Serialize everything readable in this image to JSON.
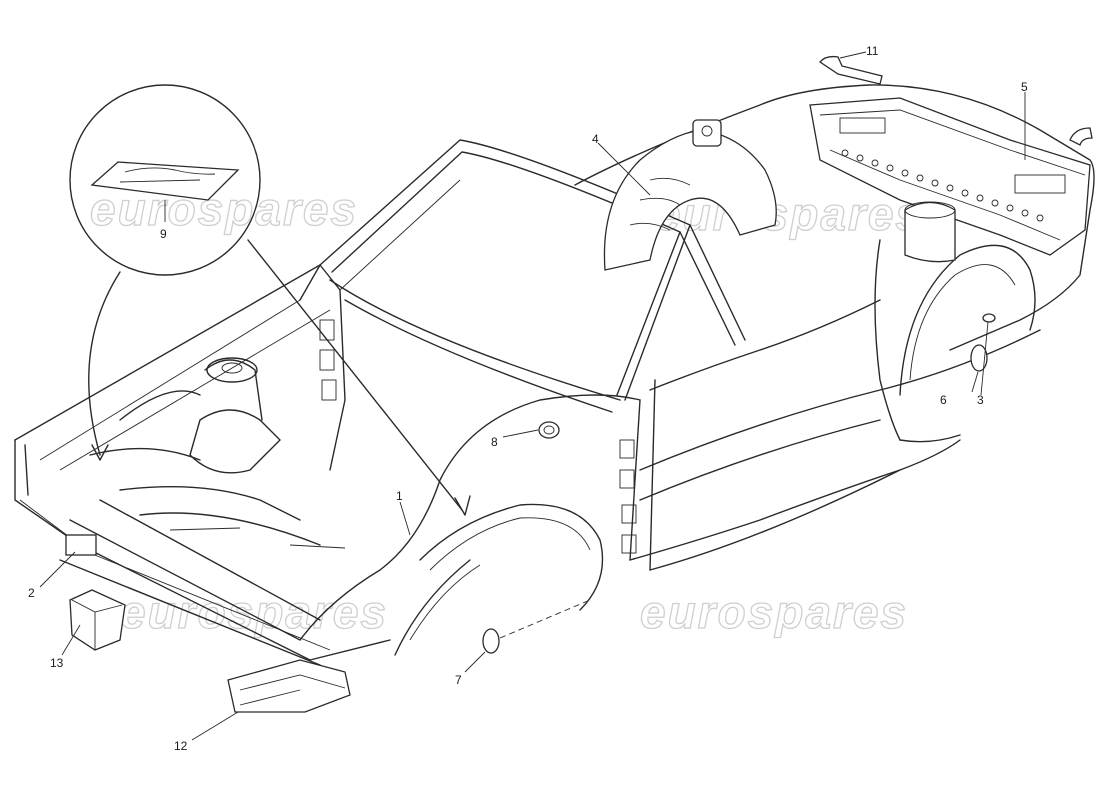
{
  "watermark": {
    "text": "eurospares",
    "color": "#cfcfcf"
  },
  "callouts": [
    {
      "id": "1",
      "label": "1"
    },
    {
      "id": "2",
      "label": "2"
    },
    {
      "id": "3",
      "label": "3"
    },
    {
      "id": "4",
      "label": "4"
    },
    {
      "id": "5",
      "label": "5"
    },
    {
      "id": "6",
      "label": "6"
    },
    {
      "id": "7",
      "label": "7"
    },
    {
      "id": "8",
      "label": "8"
    },
    {
      "id": "9",
      "label": "9"
    },
    {
      "id": "11",
      "label": "11"
    },
    {
      "id": "12",
      "label": "12"
    },
    {
      "id": "13",
      "label": "13"
    }
  ],
  "colors": {
    "line": "#2a2a2a",
    "background": "#ffffff"
  }
}
